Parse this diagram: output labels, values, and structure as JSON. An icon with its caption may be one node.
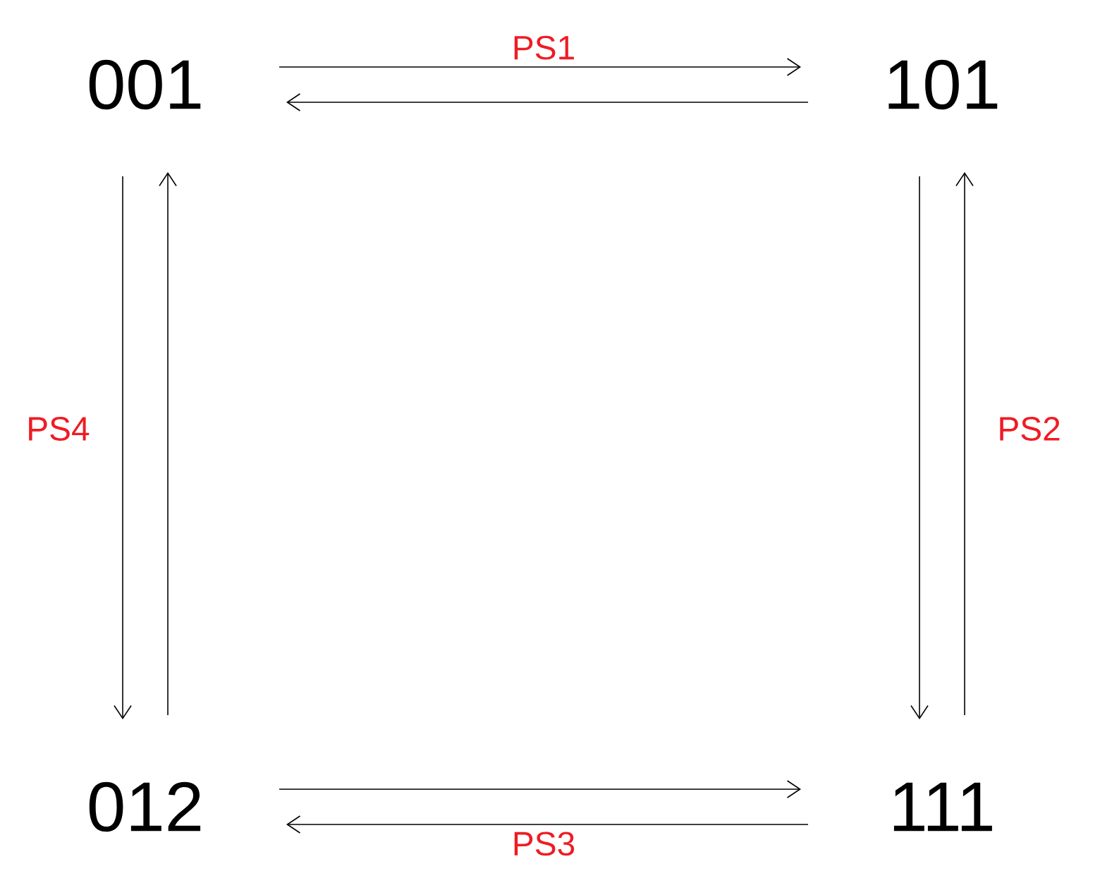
{
  "diagram": {
    "nodes": [
      {
        "text": [
          "001"
        ]
      },
      {
        "text": [
          "101"
        ]
      },
      {
        "text": [
          "012"
        ]
      },
      {
        "text": [
          "111"
        ]
      }
    ],
    "edges": [
      {
        "from": 0,
        "to": 1,
        "arrow": "to",
        "label": "PS1"
      },
      {
        "from": 1,
        "to": 0,
        "arrow": "to"
      },
      {
        "from": 2,
        "to": 3,
        "arrow": "to"
      },
      {
        "from": 3,
        "to": 2,
        "arrow": "to",
        "label": "PS3"
      },
      {
        "from": 0,
        "to": 2,
        "arrow": "to",
        "label": "PS4"
      },
      {
        "from": 2,
        "to": 0,
        "arrow": "to"
      },
      {
        "from": 1,
        "to": 3,
        "arrow": "to"
      },
      {
        "from": 3,
        "to": 1,
        "arrow": "to",
        "label": "PS2"
      }
    ]
  }
}
